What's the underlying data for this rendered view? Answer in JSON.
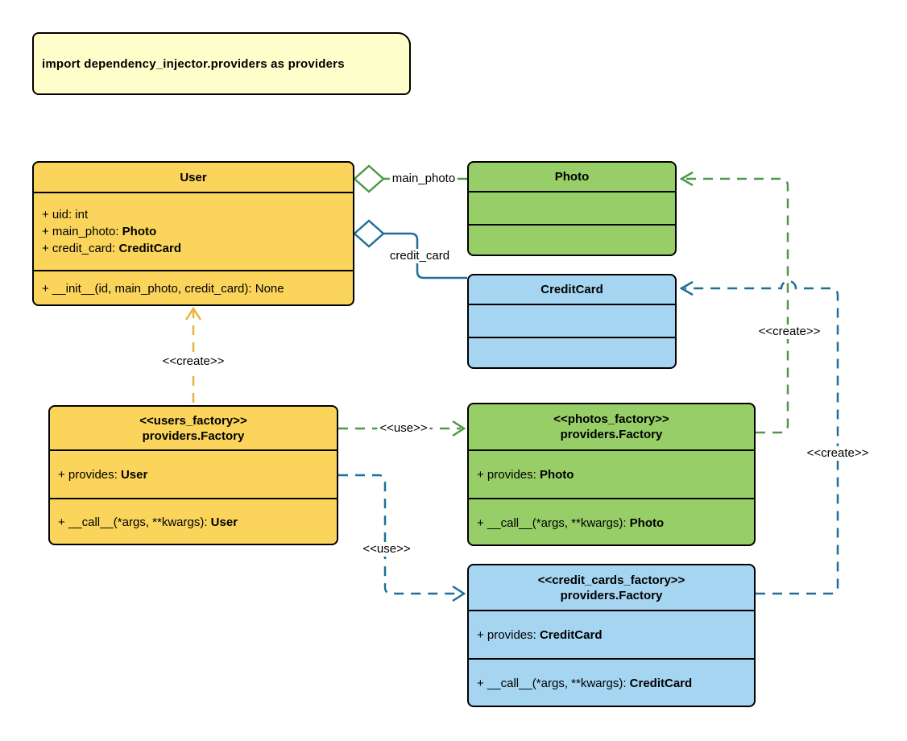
{
  "note": {
    "text": "import dependency_injector.providers as providers"
  },
  "colors": {
    "class_yellow": "#FBD45C",
    "class_green": "#97CE68",
    "class_blue": "#A5D5F0",
    "note_yellow": "#FFFFCC",
    "edge_green": "#4C9A47",
    "edge_blue": "#1F6F99",
    "edge_orange": "#E8B33C",
    "border_black": "#000000"
  },
  "classes": {
    "user": {
      "title": "User",
      "attrs": [
        {
          "label": "+ uid: int",
          "type": ""
        },
        {
          "label": "+ main_photo: ",
          "type": "Photo"
        },
        {
          "label": "+ credit_card: ",
          "type": "CreditCard"
        }
      ],
      "methods": [
        {
          "label": "+ __init__(id, main_photo, credit_card): None",
          "type": ""
        }
      ]
    },
    "photo": {
      "title": "Photo"
    },
    "credit_card": {
      "title": "CreditCard"
    },
    "users_factory": {
      "stereotype": "<<users_factory>>",
      "title": "providers.Factory",
      "attrs": [
        {
          "label": "+ provides: ",
          "type": "User"
        }
      ],
      "methods": [
        {
          "label": "+ __call__(*args, **kwargs): ",
          "type": "User"
        }
      ]
    },
    "photos_factory": {
      "stereotype": "<<photos_factory>>",
      "title": "providers.Factory",
      "attrs": [
        {
          "label": "+ provides: ",
          "type": "Photo"
        }
      ],
      "methods": [
        {
          "label": "+ __call__(*args, **kwargs): ",
          "type": "Photo"
        }
      ]
    },
    "credit_cards_factory": {
      "stereotype": "<<credit_cards_factory>>",
      "title": "providers.Factory",
      "attrs": [
        {
          "label": "+ provides: ",
          "type": "CreditCard"
        }
      ],
      "methods": [
        {
          "label": "+ __call__(*args, **kwargs): ",
          "type": "CreditCard"
        }
      ]
    }
  },
  "edges": {
    "user_photo": {
      "label": "main_photo",
      "kind": "aggregation"
    },
    "user_credit_card": {
      "label": "credit_card",
      "kind": "aggregation"
    },
    "users_factory_create_user": {
      "label": "<<create>>",
      "kind": "dependency"
    },
    "users_factory_use_photos_factory": {
      "label": "<<use>>",
      "kind": "dependency"
    },
    "users_factory_use_credit_cards_factory": {
      "label": "<<use>>",
      "kind": "dependency"
    },
    "photos_factory_create_photo": {
      "label": "<<create>>",
      "kind": "dependency"
    },
    "credit_cards_factory_create_credit_card": {
      "label": "<<create>>",
      "kind": "dependency"
    }
  }
}
